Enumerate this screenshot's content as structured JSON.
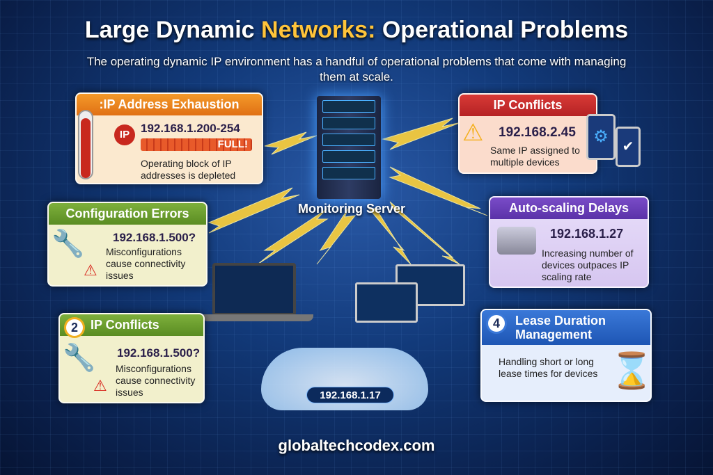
{
  "title": {
    "part1": "Large Dynamic ",
    "highlight": "Networks:",
    "part2": " Operational Problems"
  },
  "subtitle": "The operating dynamic IP environment has a handful of operational problems that come with managing them at scale.",
  "center": {
    "label": "Monitoring Server",
    "cloud_ip": "192.168.1.17"
  },
  "cards": {
    "exhaustion": {
      "title": ":IP Address Exhaustion",
      "ip_icon": "IP",
      "ip": "192.168.1.200-254",
      "bar": "FULL!",
      "desc": "Operating block of IP addresses is depleted"
    },
    "conflicts": {
      "title": "IP Conflicts",
      "ip": "192.168.2.45",
      "desc": "Same IP assigned to multiple devices"
    },
    "config": {
      "title": "Configuration Errors",
      "ip": "192.168.1.500?",
      "desc": "Misconfigurations cause connectivity issues"
    },
    "autoscale": {
      "title": "Auto-scaling Delays",
      "ip": "192.168.1.27",
      "desc": "Increasing number of devices outpaces IP scaling rate"
    },
    "conflicts2": {
      "num": "2",
      "title": "IP Conflicts",
      "ip": "192.168.1.500?",
      "desc": "Misconfigurations cause connectivity issues"
    },
    "lease": {
      "num": "4",
      "title": "Lease Duration Management",
      "desc": "Handling short or long lease times for devices"
    }
  },
  "footer": "globaltechcodex.com",
  "colors": {
    "bolt": "#ffd23a",
    "background": "#123a7a"
  }
}
